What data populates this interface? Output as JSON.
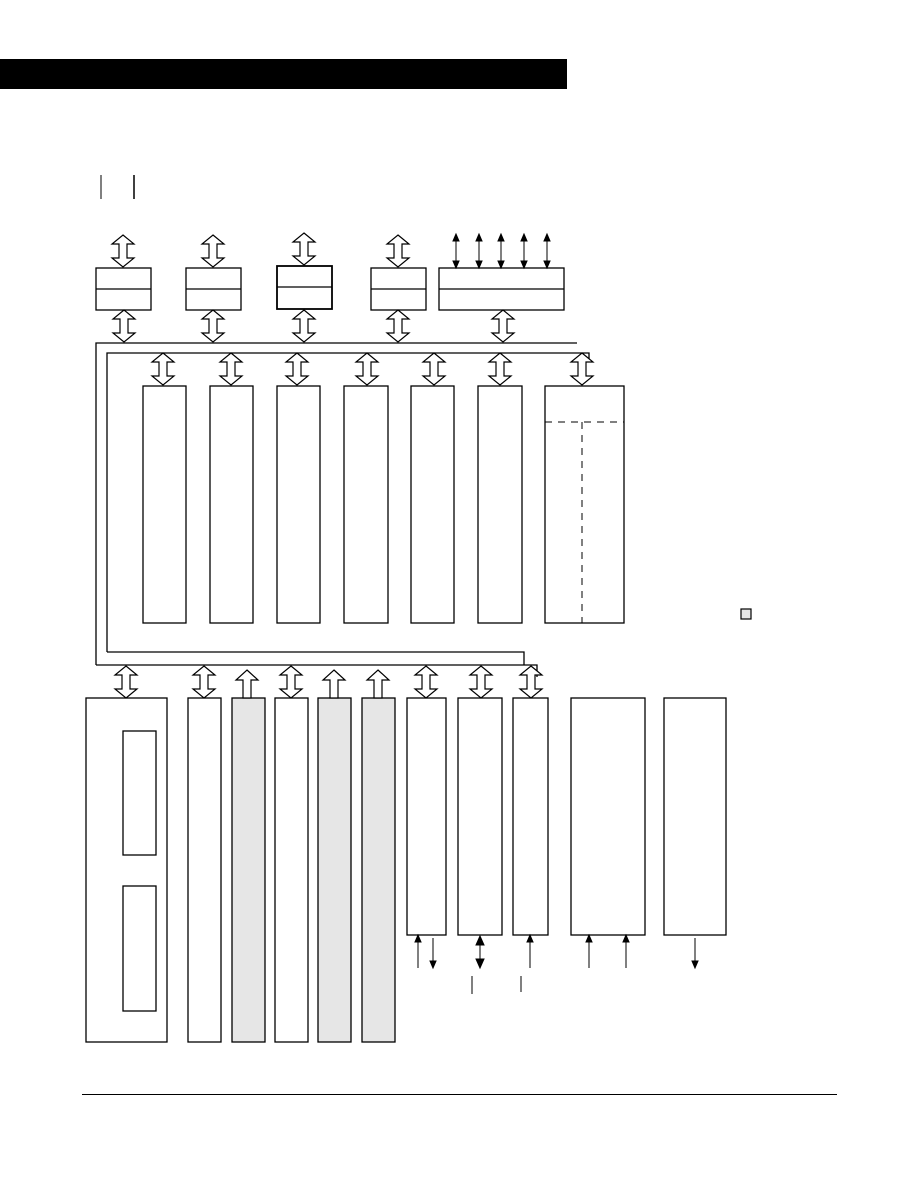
{
  "header": {
    "title": ""
  },
  "diagram": {
    "accent_shade": "#e6e6e6",
    "stroke": "#000000",
    "fill": "#ffffff",
    "top_interface_blocks": 4,
    "io_port_block": {
      "pin_arrows": 5
    },
    "memory_columns": 7,
    "bottom_modules": {
      "shaded_count": 3,
      "unshaded_count": 7
    }
  },
  "footer": {
    "text": ""
  }
}
